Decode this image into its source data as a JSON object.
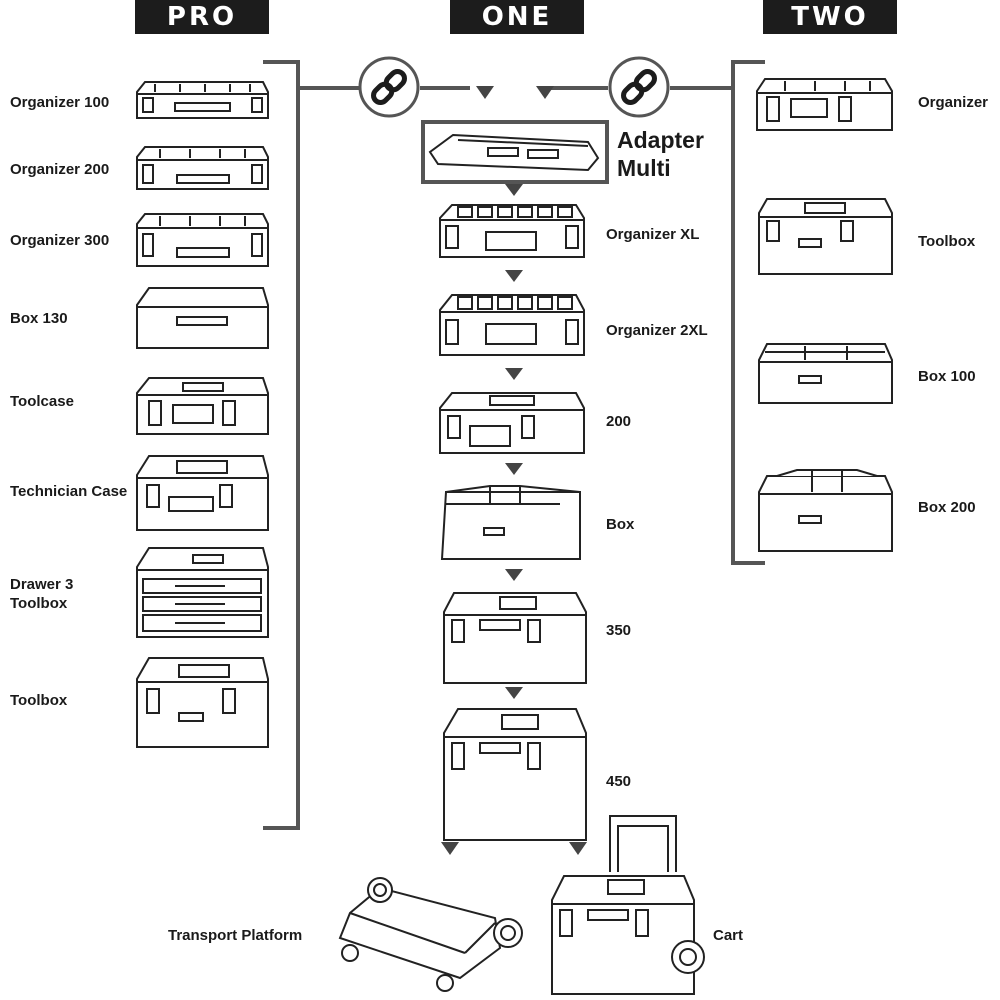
{
  "headers": {
    "pro": "PRO",
    "one": "ONE",
    "two": "TWO"
  },
  "pro": {
    "organizer_100": "Organizer 100",
    "organizer_200": "Organizer 200",
    "organizer_300": "Organizer 300",
    "box_130": "Box 130",
    "toolcase": "Toolcase",
    "technician_case": "Technician Case",
    "drawer_3_line1": "Drawer 3",
    "drawer_3_line2": "Toolbox",
    "toolbox": "Toolbox"
  },
  "one": {
    "adapter_line1": "Adapter",
    "adapter_line2": "Multi",
    "organizer_xl": "Organizer XL",
    "organizer_2xl": "Organizer 2XL",
    "model_200": "200",
    "box": "Box",
    "model_350": "350",
    "model_450": "450",
    "transport_platform": "Transport Platform",
    "cart": "Cart"
  },
  "two": {
    "organizer": "Organizer",
    "toolbox": "Toolbox",
    "box_100": "Box 100",
    "box_200": "Box 200"
  },
  "icons": [
    "link-icon",
    "arrow-down-icon"
  ],
  "colors": {
    "line": "#555555",
    "dark": "#1c1c1c",
    "arrow": "#444444"
  }
}
